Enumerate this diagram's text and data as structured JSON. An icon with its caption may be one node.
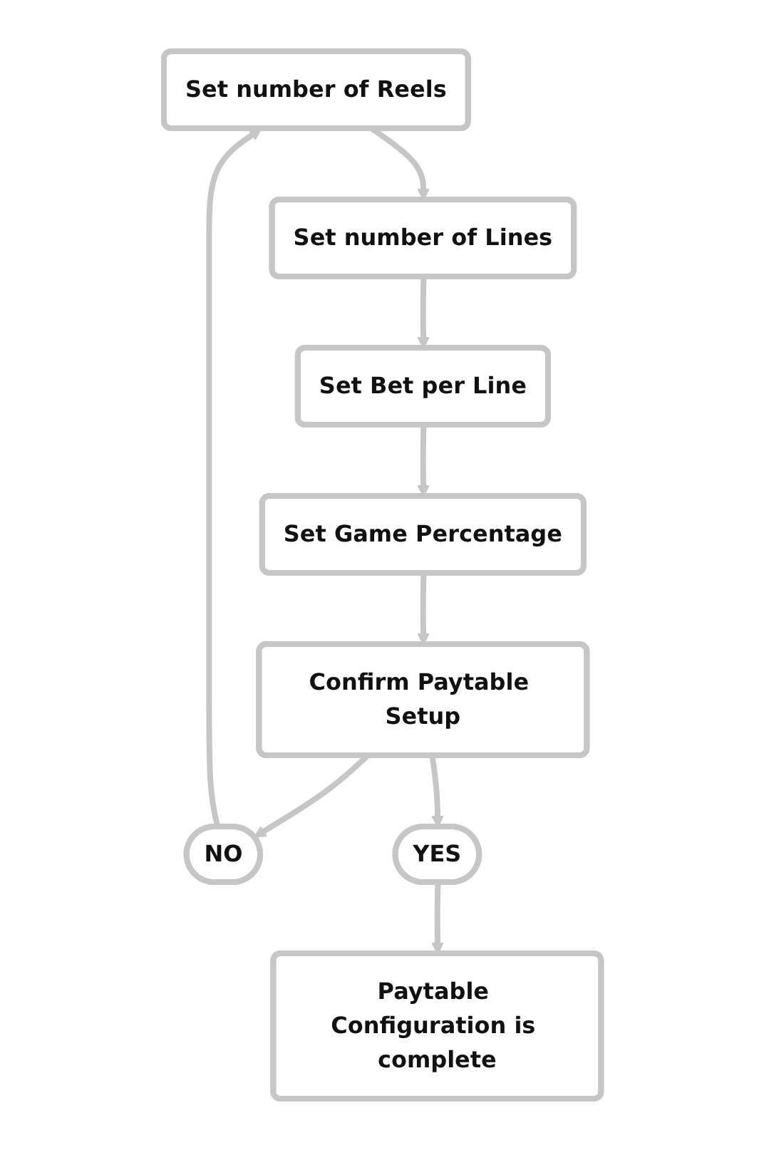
{
  "diagram": {
    "nodes": [
      {
        "text": [
          "Set number of Reels"
        ]
      },
      {
        "text": [
          "Set number of Lines"
        ]
      },
      {
        "text": [
          "Set Bet per Line"
        ]
      },
      {
        "text": [
          "Set Game Percentage"
        ]
      },
      {
        "text": [
          "Confirm Paytable Setup"
        ]
      },
      {
        "text": [
          "NO"
        ]
      },
      {
        "text": [
          "YES"
        ]
      },
      {
        "text": [
          "Paytable Configuration is complete"
        ]
      }
    ],
    "edges": [
      {
        "from": 0,
        "to": 1,
        "arrow": "to"
      },
      {
        "from": 1,
        "to": 2,
        "arrow": "to"
      },
      {
        "from": 2,
        "to": 3,
        "arrow": "to"
      },
      {
        "from": 3,
        "to": 4,
        "arrow": "to"
      },
      {
        "from": 4,
        "to": 5,
        "arrow": "to"
      },
      {
        "from": 4,
        "to": 6,
        "arrow": "to"
      },
      {
        "from": 5,
        "to": 0,
        "arrow": "to"
      },
      {
        "from": 6,
        "to": 7,
        "arrow": "to"
      }
    ]
  }
}
